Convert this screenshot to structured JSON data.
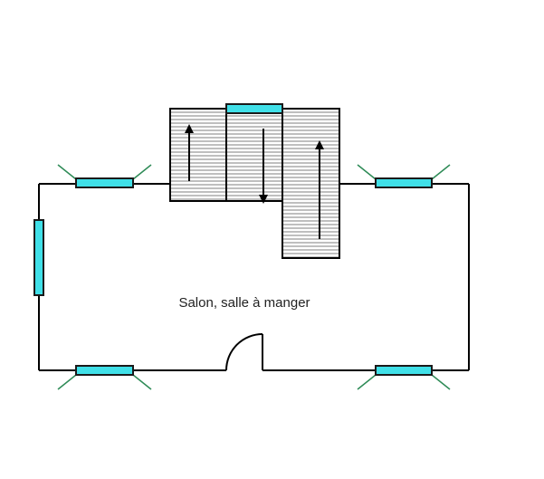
{
  "room": {
    "label": "Salon, salle à manger"
  },
  "colors": {
    "wall": "#000000",
    "window_fill": "#40e0e8",
    "window_stroke": "#1a1a1a",
    "window_ray": "#2e8b57",
    "stair_hatch": "#555555",
    "arrow": "#000000"
  },
  "stairs": {
    "flights": [
      {
        "direction": "up"
      },
      {
        "direction": "down"
      },
      {
        "direction": "up"
      }
    ]
  },
  "windows": [
    {
      "side": "top-left"
    },
    {
      "side": "top-right"
    },
    {
      "side": "left"
    },
    {
      "side": "bottom-left"
    },
    {
      "side": "bottom-right"
    },
    {
      "side": "stair-top"
    }
  ],
  "door": {
    "swing": "left"
  }
}
